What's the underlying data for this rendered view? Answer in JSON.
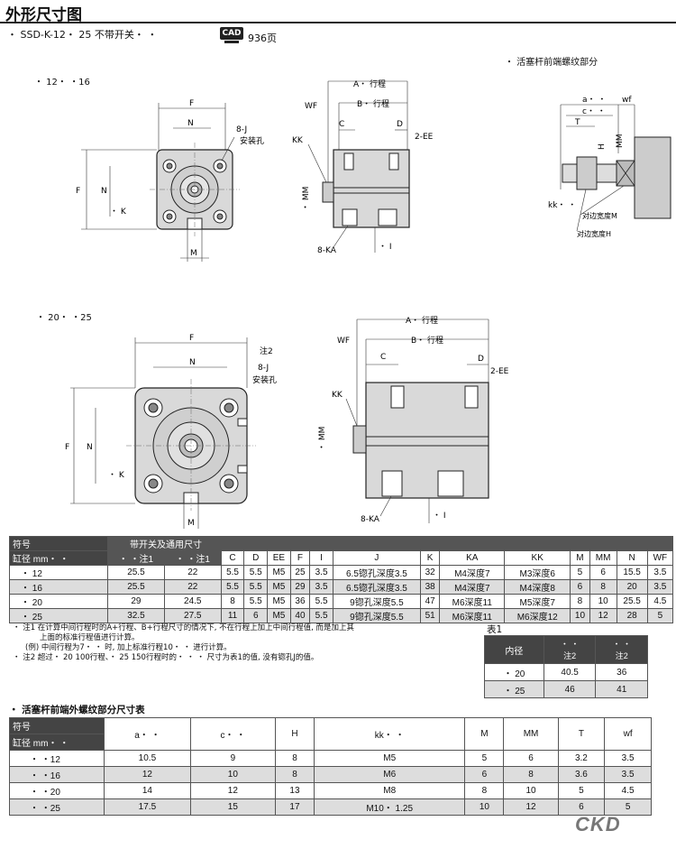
{
  "header": {
    "title": "外形尺寸图",
    "subtitle": "・ SSD-K-12・ 25  不带开关・ ・",
    "cad_label": "CAD",
    "page_ref": "936页",
    "rod_thread_section": "・ 活塞杆前端螺纹部分"
  },
  "drawing1": {
    "bore_label": "・ 12・ ・16",
    "labels": {
      "F": "F",
      "N": "N",
      "8J": "8-J",
      "mount_hole": "安装孔",
      "K": "・ K",
      "M": "M",
      "A_stroke": "A・ 行程",
      "B_stroke": "B・ 行程",
      "WF": "WF",
      "C": "C",
      "D": "D",
      "EE": "2-EE",
      "KK": "KK",
      "MM": "・ MM",
      "KA": "8-KA",
      "I": "・ I"
    }
  },
  "rod_detail": {
    "labels": {
      "a": "a・ ・",
      "c": "c・ ・",
      "wf": "wf",
      "T": "T",
      "H": "H",
      "MM": "MM",
      "kk": "kk・ ・",
      "flat_M": "对边宽度M",
      "flat_H": "对边宽度H"
    }
  },
  "drawing2": {
    "bore_label": "・ 20・ ・25",
    "labels": {
      "F": "F",
      "N": "N",
      "note2": "注2",
      "8J": "8-J",
      "mount_hole": "安装孔",
      "K": "・ K",
      "M": "M",
      "A_stroke": "A・ 行程",
      "B_stroke": "B・ 行程",
      "WF": "WF",
      "C": "C",
      "D": "D",
      "EE": "2-EE",
      "KK": "KK",
      "MM": "・ MM",
      "KA": "8-KA",
      "I": "・ I"
    }
  },
  "dim_table": {
    "header_symbol": "符号",
    "header_bore": "缸径  mm・ ・",
    "header_group": "带开关及通用尺寸",
    "columns": [
      "・ ・注1",
      "・ ・注1",
      "C",
      "D",
      "EE",
      "F",
      "I",
      "J",
      "K",
      "KA",
      "KK",
      "M",
      "MM",
      "N",
      "WF"
    ],
    "rows": [
      {
        "bore": "・ 12",
        "values": [
          "25.5",
          "22",
          "5.5",
          "5.5",
          "M5",
          "25",
          "3.5",
          "6.5锪孔深度3.5",
          "32",
          "M4深度7",
          "M3深度6",
          "5",
          "6",
          "15.5",
          "3.5"
        ]
      },
      {
        "bore": "・ 16",
        "values": [
          "25.5",
          "22",
          "5.5",
          "5.5",
          "M5",
          "29",
          "3.5",
          "6.5锪孔深度3.5",
          "38",
          "M4深度7",
          "M4深度8",
          "6",
          "8",
          "20",
          "3.5"
        ]
      },
      {
        "bore": "・ 20",
        "values": [
          "29",
          "24.5",
          "8",
          "5.5",
          "M5",
          "36",
          "5.5",
          "9锪孔深度5.5",
          "47",
          "M6深度11",
          "M5深度7",
          "8",
          "10",
          "25.5",
          "4.5"
        ]
      },
      {
        "bore": "・ 25",
        "values": [
          "32.5",
          "27.5",
          "11",
          "6",
          "M5",
          "40",
          "5.5",
          "9锪孔深度5.5",
          "51",
          "M6深度11",
          "M6深度12",
          "10",
          "12",
          "28",
          "5"
        ]
      }
    ]
  },
  "notes": [
    "・ 注1  在计算中间行程时的A+行程、B+行程尺寸的情况下, 不在行程上加上中间行程值, 而是加上其",
    "上面的标准行程值进行计算。",
    "(例) 中间行程为7・ ・ 时, 加上标准行程10・ ・ 进行计算。",
    "・ 注2  超过・ 20  100行程、・ 25  150行程时的・ ・ ・ 尺寸为表1的值, 没有锪孔J的值。"
  ],
  "table1": {
    "title": "表1",
    "header": [
      "内径",
      "・ ・\n注2",
      "・ ・\n注2"
    ],
    "rows": [
      [
        "・ 20",
        "40.5",
        "36"
      ],
      [
        "・ 25",
        "46",
        "41"
      ]
    ]
  },
  "rod_table": {
    "title": "・ 活塞杆前端外螺纹部分尺寸表",
    "header_symbol": "符号",
    "header_bore": "缸径  mm・ ・",
    "columns": [
      "a・ ・",
      "c・ ・",
      "H",
      "kk・ ・",
      "M",
      "MM",
      "T",
      "wf"
    ],
    "rows": [
      {
        "bore": "・ ・12",
        "values": [
          "10.5",
          "9",
          "8",
          "M5",
          "5",
          "6",
          "3.2",
          "3.5"
        ]
      },
      {
        "bore": "・ ・16",
        "values": [
          "12",
          "10",
          "8",
          "M6",
          "6",
          "8",
          "3.6",
          "3.5"
        ]
      },
      {
        "bore": "・ ・20",
        "values": [
          "14",
          "12",
          "13",
          "M8",
          "8",
          "10",
          "5",
          "4.5"
        ]
      },
      {
        "bore": "・ ・25",
        "values": [
          "17.5",
          "15",
          "17",
          "M10・ 1.25",
          "10",
          "12",
          "6",
          "5"
        ]
      }
    ]
  },
  "brand": "CKD"
}
